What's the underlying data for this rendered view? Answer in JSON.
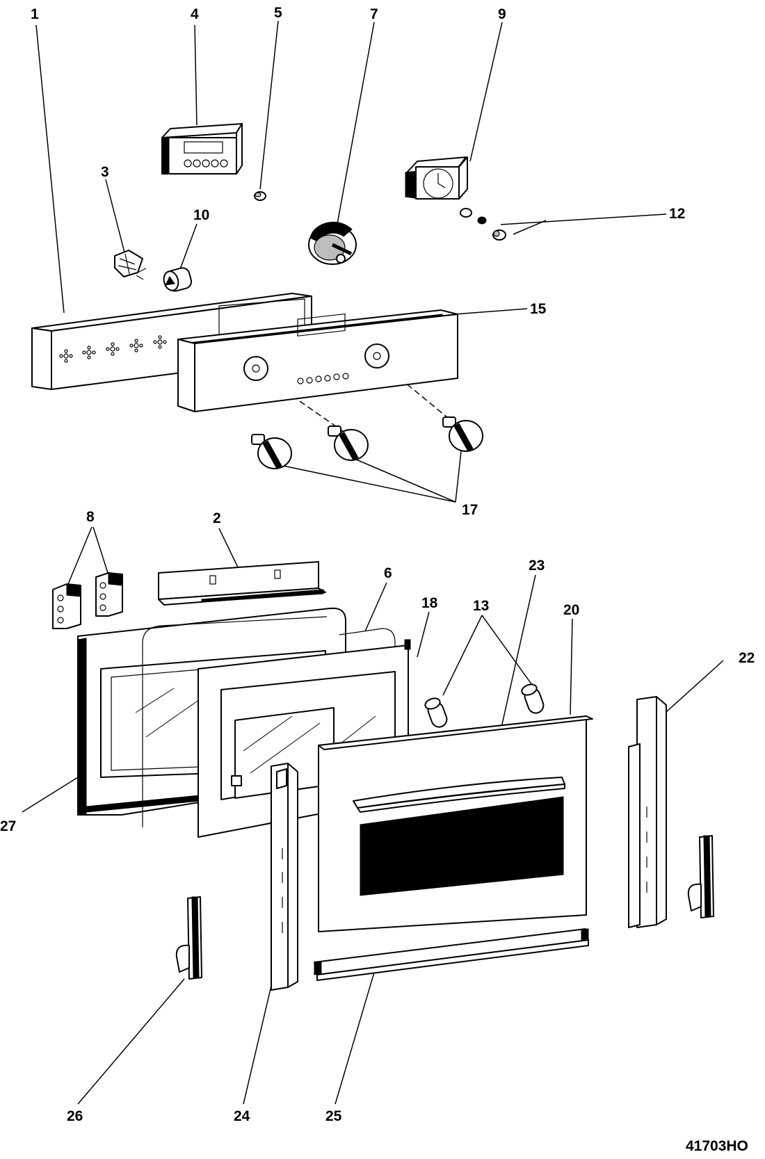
{
  "callouts": {
    "c1": "1",
    "c2": "2",
    "c3": "3",
    "c4": "4",
    "c5": "5",
    "c6": "6",
    "c7": "7",
    "c8": "8",
    "c9": "9",
    "c10": "10",
    "c12": "12",
    "c13": "13",
    "c15": "15",
    "c17": "17",
    "c18": "18",
    "c20": "20",
    "c22": "22",
    "c23": "23",
    "c24": "24",
    "c25": "25",
    "c26": "26",
    "c27": "27"
  },
  "drawing_ref": "41703HO",
  "colors": {
    "ink": "#000000",
    "paper": "#ffffff",
    "shade": "#bdbdbd"
  }
}
